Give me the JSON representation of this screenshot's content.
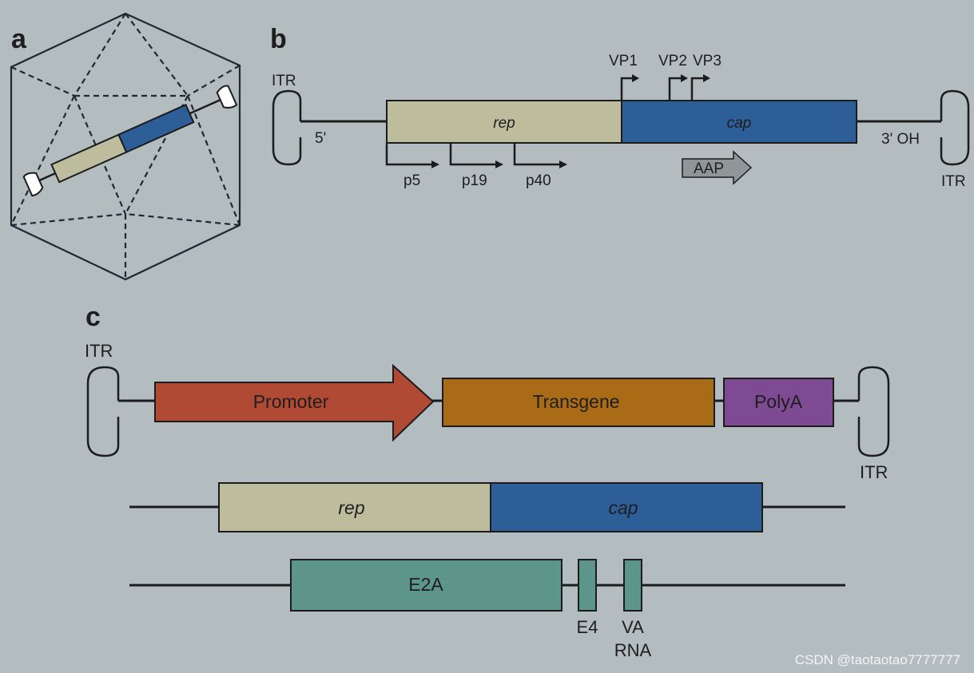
{
  "panels": {
    "a": "a",
    "b": "b",
    "c": "c"
  },
  "colors": {
    "background": "#b3bcbf",
    "rep": "#bdbd9e",
    "cap": "#2e5e98",
    "promoter": "#b14a35",
    "transgene": "#aa6b17",
    "polya": "#7e4a93",
    "adeno_helper": "#5e958a",
    "aap_arrow": "#8f9698"
  },
  "panel_b": {
    "itr_left": "ITR",
    "itr_right": "ITR",
    "five_prime": "5'",
    "three_prime": "3' OH",
    "rep": "rep",
    "cap": "cap",
    "vp1": "VP1",
    "vp2": "VP2",
    "vp3": "VP3",
    "p5": "p5",
    "p19": "p19",
    "p40": "p40",
    "aap": "AAP"
  },
  "panel_c": {
    "itr_left": "ITR",
    "itr_right": "ITR",
    "promoter": "Promoter",
    "transgene": "Transgene",
    "polya": "PolyA",
    "rep": "rep",
    "cap": "cap",
    "e2a": "E2A",
    "e4": "E4",
    "va_line1": "VA",
    "va_line2": "RNA"
  },
  "watermark": "CSDN @taotaotao7777777"
}
